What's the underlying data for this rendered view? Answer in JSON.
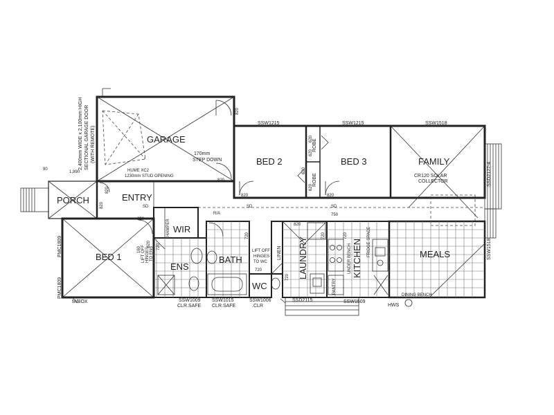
{
  "rooms": {
    "garage": "GARAGE",
    "bed2": "BED 2",
    "bed3": "BED 3",
    "family": "FAMILY",
    "porch": "PORCH",
    "entry": "ENTRY",
    "wir": "WIR",
    "bed1": "BED 1",
    "ens": "ENS",
    "bath": "BATH",
    "wc": "WC",
    "laundry": "LAUNDRY",
    "kitchen": "KITCHEN",
    "meals": "MEALS",
    "linen": "LINEN",
    "robe_top": "ROBE",
    "robe_bottom": "ROBE"
  },
  "notes": {
    "garage_door_1": "2,400mm WIDE x 2,100mm HIGH",
    "garage_door_2": "SECTIONAL GARAGE DOOR",
    "garage_door_3": "(WITH REMOTE)",
    "step_down_1": "170mm",
    "step_down_2": "STEP DOWN",
    "hume_1": "HUME XC2",
    "hume_2": "1230mm STUD OPENING",
    "solar_1": "CR120 SOLAR",
    "solar_2": "COLLECTOR",
    "lift_off_wc_1": "LIFT OFF",
    "lift_off_wc_2": "HINGES",
    "lift_off_wc_3": "TO WC",
    "lift_off_ens_1": "LIFT OFF",
    "lift_off_ens_2": "HINGES",
    "lift_off_ens_3": "TO ENS",
    "hamper": "HAMPER",
    "dining_bench": "DINING BENCH",
    "pantry": "PANTRY",
    "under_bench": "UNDER BENCH",
    "fridge_space": "FRIDGE SPACE",
    "m_box": "M/BOX",
    "hws": "HWS",
    "ra": "R/A",
    "sd1": "SD",
    "sd2": "SD",
    "sd3": "SD"
  },
  "windows": {
    "ssw1215_a": "SSW1215",
    "ssw1215_b": "SSW1215",
    "ssw1518": "SSW1518",
    "ssd2127": "SSD2127-4",
    "ssw1518_side": "SSW1518",
    "ssw1509": "SSW1509",
    "ssd2115": "SSD2115",
    "ssw1006": "SSW1006",
    "ssw1006_sub": ".CLR",
    "ssw1015": "SSW1015",
    "ssw1015_sub": "CLR.SAFE",
    "ssw1009": "SSW1009",
    "ssw1009_sub": "CLR.SAFE",
    "pmc1809_a": "PMC1809",
    "pmc1809_b": "PMC1809"
  },
  "dims": {
    "d820_garage": "820",
    "d820_step": "820",
    "d820_bed2": "820",
    "d820_bed3": "820",
    "d820_entry": "820",
    "d820_bed1": "820",
    "d820_laundry": "820",
    "d820_porch1": "820",
    "d820_porch2": "820",
    "d620_a": "620",
    "d620_b": "620",
    "d620_c": "620",
    "d620_d": "620",
    "d720_a": "720",
    "d720_b": "720",
    "d720_c": "720",
    "d720_d": "720",
    "d720_e": "720",
    "d720_f": "720",
    "d750": "750",
    "d1890": "1,890",
    "d90": "90",
    "d160": "160"
  }
}
